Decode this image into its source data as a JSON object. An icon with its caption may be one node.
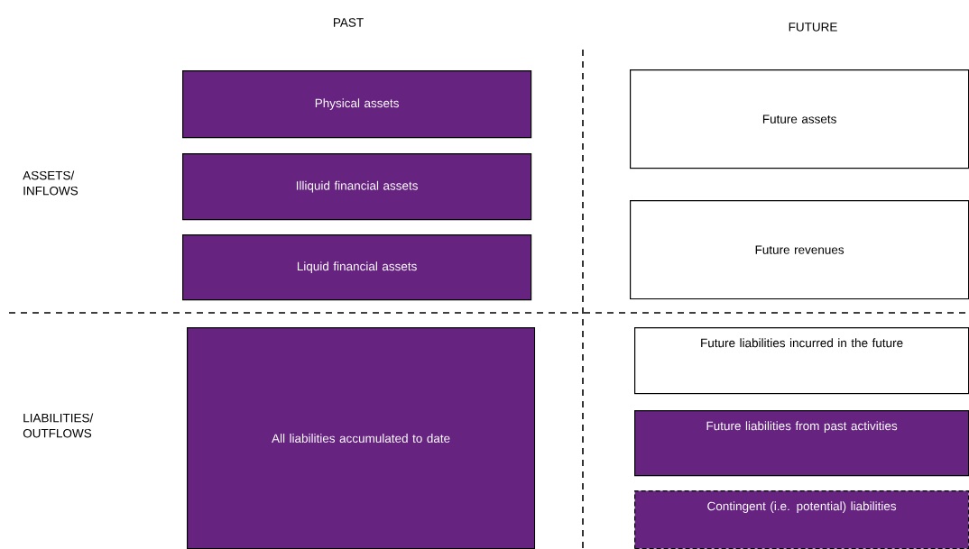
{
  "diagram": {
    "nodes": [
      {
        "text": [
          "Physical assets"
        ]
      },
      {
        "text": [
          "Illiquid financial assets"
        ]
      },
      {
        "text": [
          "Liquid financial assets"
        ]
      },
      {
        "text": [
          "Future assets"
        ]
      },
      {
        "text": [
          "Future revenues"
        ]
      },
      {
        "text": [
          "All liabilities accumulated to date"
        ]
      },
      {
        "text": [
          "Future liabilities incurred in the future"
        ]
      },
      {
        "text": [
          "Future liabilities from past activities"
        ]
      },
      {
        "text": [
          "Contingent (i.e. potential) liabilities"
        ]
      }
    ],
    "labels": [
      "PAST",
      "FUTURE",
      "ASSETS/ INFLOWS",
      "LIABILITIES/ OUTFLOWS"
    ]
  }
}
